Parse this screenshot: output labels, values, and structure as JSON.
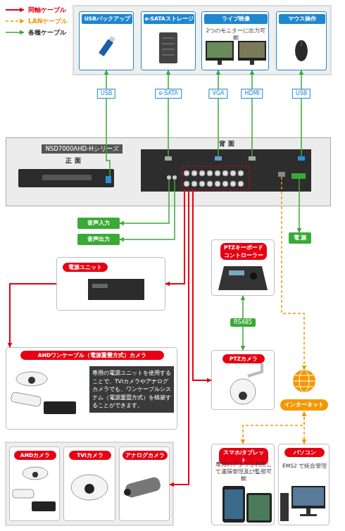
{
  "diagram": {
    "nodes": [
      {
        "text": [
          "USBバックアップ"
        ]
      },
      {
        "text": [
          "e-SATAストレージ"
        ]
      },
      {
        "text": [
          "ライブ映像",
          "2つのモニターに出力可能"
        ]
      },
      {
        "text": [
          "マウス操作"
        ]
      },
      {
        "text": [
          "NSD7000AHD-Hシリーズ",
          "正 面",
          "背 面"
        ]
      },
      {
        "text": [
          "音声入力"
        ]
      },
      {
        "text": [
          "音声出力"
        ]
      },
      {
        "text": [
          "電 源"
        ]
      },
      {
        "text": [
          "PTZキーボード コントローラー"
        ]
      },
      {
        "text": [
          "電源ユニット"
        ]
      },
      {
        "text": [
          "AHDワンケーブル（電源重畳方式）カメラ",
          "専用の電源ユニットを使用することで、TVIカメラやアナログカメラでも、ワンケーブルシステム（電源重畳方式）を構築することができます。"
        ]
      },
      {
        "text": [
          "PTZカメラ"
        ]
      },
      {
        "text": [
          "インターネット"
        ]
      },
      {
        "text": [
          "AHDカメラ"
        ]
      },
      {
        "text": [
          "TVIカメラ"
        ]
      },
      {
        "text": [
          "アナログカメラ"
        ]
      },
      {
        "text": [
          "スマホ/タブレット",
          "専用のアプリを利用して遠隔管理及び監視可能"
        ]
      },
      {
        "text": [
          "パソコン",
          "EMS2 で統合管理"
        ]
      }
    ],
    "edges": [
      {
        "from": 4,
        "to": 0,
        "arrow": "to",
        "label": "USB"
      },
      {
        "from": 4,
        "to": 1,
        "arrow": "to",
        "label": "e-SATA"
      },
      {
        "from": 4,
        "to": 2,
        "arrow": "to",
        "label": "VGA"
      },
      {
        "from": 4,
        "to": 2,
        "arrow": "to",
        "label": "HDMI"
      },
      {
        "from": 4,
        "to": 3,
        "arrow": "to",
        "label": "USB"
      },
      {
        "from": 4,
        "to": 5,
        "arrow": "to"
      },
      {
        "from": 4,
        "to": 6,
        "arrow": "to"
      },
      {
        "from": 4,
        "to": 7,
        "arrow": "to"
      },
      {
        "from": 4,
        "to": 9,
        "arrow": "to"
      },
      {
        "from": 9,
        "to": 10,
        "arrow": "to"
      },
      {
        "from": 8,
        "to": 11,
        "arrow": "both",
        "label": "RS485"
      },
      {
        "from": 4,
        "to": 11,
        "arrow": "to"
      },
      {
        "from": 4,
        "to": 12,
        "arrow": "to"
      },
      {
        "from": 4,
        "to": 15,
        "arrow": "to"
      },
      {
        "from": 12,
        "to": 16,
        "arrow": "both"
      },
      {
        "from": 12,
        "to": 17,
        "arrow": "both"
      }
    ],
    "legend": [
      {
        "text": "同軸ケーブル"
      },
      {
        "text": "LANケーブル"
      },
      {
        "text": "各種ケーブル"
      }
    ]
  }
}
